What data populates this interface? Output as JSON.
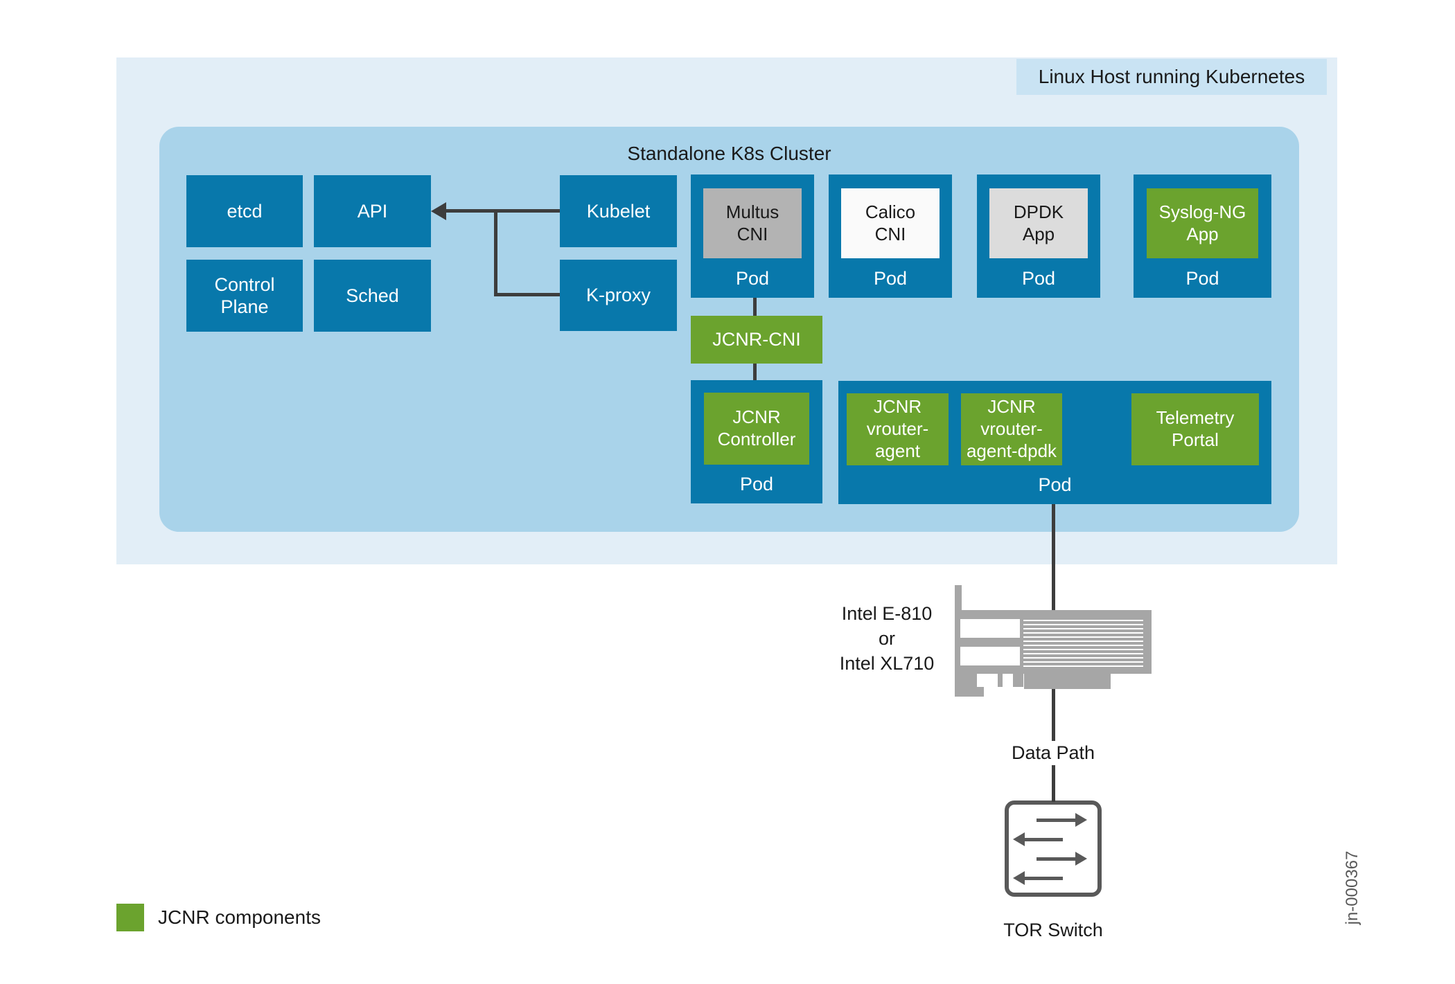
{
  "host": {
    "label": "Linux Host running Kubernetes"
  },
  "cluster": {
    "title": "Standalone K8s Cluster",
    "control_plane": [
      {
        "label": "etcd"
      },
      {
        "label": "API"
      },
      {
        "label": "Control\nPlane"
      },
      {
        "label": "Sched"
      },
      {
        "label": "Kubelet"
      },
      {
        "label": "K-proxy"
      }
    ],
    "pods_row1": [
      {
        "app": "Multus\nCNI",
        "pod_label": "Pod"
      },
      {
        "app": "Calico\nCNI",
        "pod_label": "Pod"
      },
      {
        "app": "DPDK\nApp",
        "pod_label": "Pod"
      },
      {
        "app": "Syslog-NG\nApp",
        "pod_label": "Pod"
      }
    ],
    "jcnr_cni_label": "JCNR-CNI",
    "controller_pod": {
      "app": "JCNR\nController",
      "pod_label": "Pod"
    },
    "vrouter_pod": {
      "apps": [
        {
          "label": "JCNR\nvrouter-\nagent"
        },
        {
          "label": "JCNR\nvrouter-\nagent-dpdk"
        },
        {
          "label": "Telemetry\nPortal"
        }
      ],
      "pod_label": "Pod"
    }
  },
  "nic": {
    "label": "Intel E-810\nor\nIntel XL710"
  },
  "data_path_label": "Data Path",
  "tor_switch_label": "TOR Switch",
  "legend": {
    "label": "JCNR components"
  },
  "figure_id": "jn-000367",
  "colors": {
    "box-blue": "#0878ab",
    "jcnr-green": "#6ba32e",
    "cluster-bg": "#a9d3ea",
    "host-bg": "#e2eef7",
    "host-label-bg": "#c9e3f3",
    "line": "#3d3d3d",
    "nic-gray": "#a6a6a6",
    "switch-gray": "#595959",
    "gray-mid": "#b3b3b3",
    "gray-light": "#dcdcdc",
    "near-white": "#fafafa",
    "text-dark": "#1a1a1a"
  }
}
